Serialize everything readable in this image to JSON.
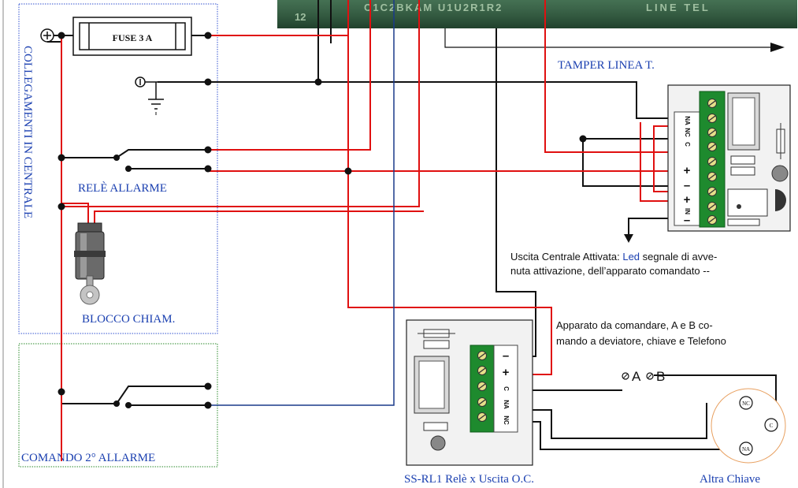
{
  "pcb": {
    "silkscreen_left": "12",
    "silkscreen_mid": "C1C2BKAM  U1U2R1R2",
    "silkscreen_right": "LINE  TEL"
  },
  "left_panel": {
    "title": "COLLEGAMENTI IN CENTRALE",
    "fuse_label": "FUSE 3 A",
    "relay_label": "RELÈ ALLARME",
    "key_label": "BLOCCO CHIAM."
  },
  "bottom_panel": {
    "label": "COMANDO 2° ALLARME"
  },
  "tamper_label": "TAMPER LINEA T.",
  "module_top": {
    "terminals": [
      "NA",
      "NC",
      "C",
      "+",
      "–",
      "+",
      "IN",
      "–"
    ]
  },
  "module_bottom": {
    "terminals": [
      "–",
      "+",
      "C",
      "NA",
      "NC"
    ],
    "caption": "SS-RL1 Relè x Uscita O.C."
  },
  "notes": {
    "output_line1_pre": "Uscita Centrale Attivata: ",
    "output_line1_led": "Led",
    "output_line1_post": " segnale di avve-",
    "output_line2": "nuta attivazione, dell’apparato comandato --",
    "device_line1": "Apparato da comandare, A e B co-",
    "device_line2": "mando a deviatore, chiave e Telefono"
  },
  "switch_points": {
    "a": "A",
    "b": "B"
  },
  "other_key": {
    "caption": "Altra Chiave",
    "nc": "NC",
    "c": "C",
    "na": "NA"
  },
  "colors": {
    "wire_red": "#e01010",
    "wire_black": "#111111",
    "wire_blue": "#1a3a8a",
    "panel_border": "#3050d0",
    "panel2_border": "#2a8a2a",
    "terminal_green": "#1e8a2e",
    "key_circle": "#e8a060"
  }
}
